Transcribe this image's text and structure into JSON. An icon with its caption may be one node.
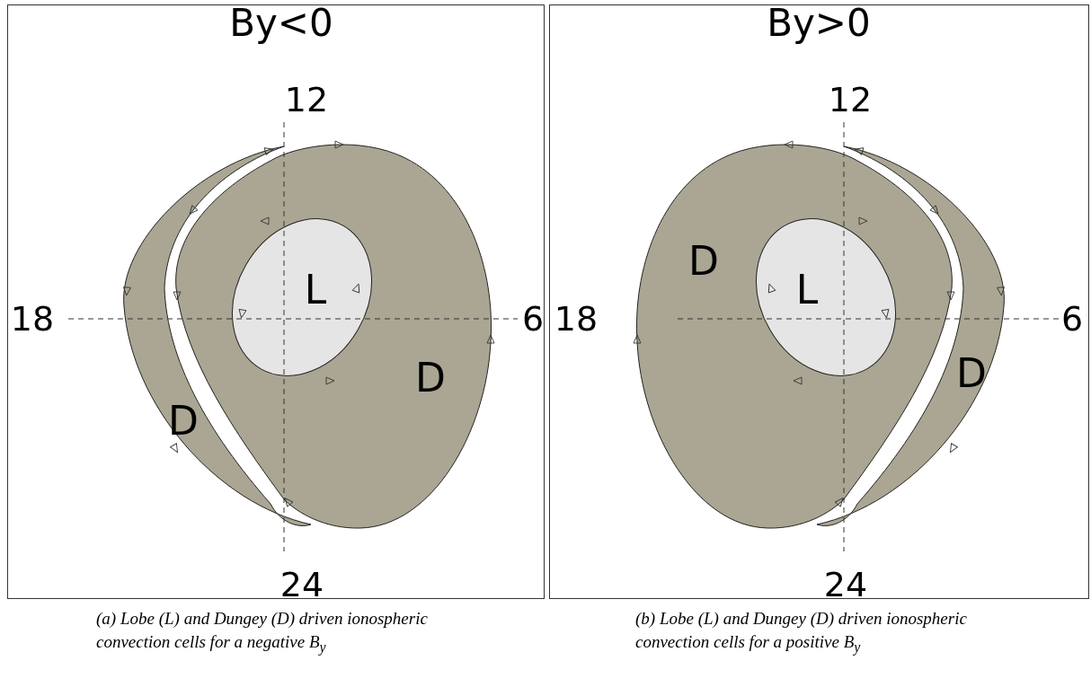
{
  "diagram": {
    "nodes": [
      {
        "text": [
          "By<0"
        ],
        "beside": [
          "(a) Lobe (L) and Dungey (D) driven ionospheric convection cells for a negative B$_{y}$"
        ]
      },
      {
        "text": [
          "D"
        ],
        "in": 0
      },
      {
        "text": [
          "L"
        ],
        "in": 1
      },
      {
        "text": [
          "D"
        ],
        "in": 0
      },
      {
        "text": [
          "By>0"
        ],
        "beside": [
          "(b) Lobe (L) and Dungey (D) driven ionospheric convection cells for a positive B$_{y}$"
        ]
      },
      {
        "text": [
          "D"
        ],
        "in": 4
      },
      {
        "text": [
          "L"
        ],
        "in": 5
      },
      {
        "text": [
          "D"
        ],
        "in": 4
      }
    ],
    "edges": [],
    "labels": [
      "12",
      "18",
      "6",
      "24",
      "12",
      "18",
      "6",
      "24"
    ]
  }
}
